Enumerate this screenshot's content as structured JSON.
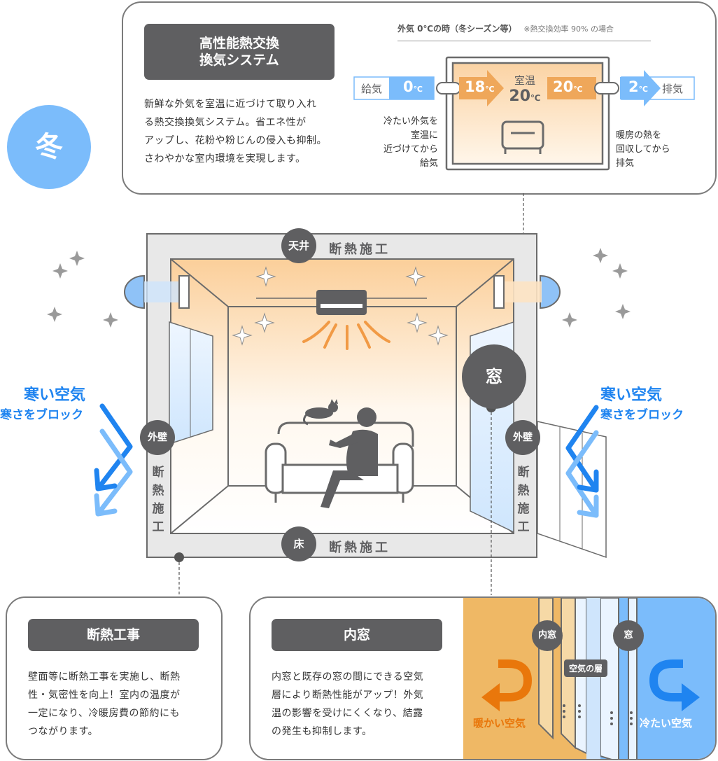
{
  "season": {
    "label": "冬"
  },
  "hrv": {
    "title_line1": "高性能熱交換",
    "title_line2": "換気システム",
    "description": "新鮮な外気を室温に近づけて取り入れ\nる熱交換換気システム。省エネ性が\nアップし、花粉や粉じんの侵入も抑制。\nさわやかな室内環境を実現します。",
    "condition": "外気 0℃の時（冬シーズン等）",
    "condition_note": "※熱交換効率 90% の場合",
    "supply_label": "給気",
    "exhaust_label": "排気",
    "room_label": "室温",
    "room_temp": "20",
    "supply_in_temp": "0",
    "supply_out_temp": "18",
    "exhaust_in_temp": "20",
    "exhaust_out_temp": "2",
    "unit": "℃",
    "supply_note": "冷たい外気を\n室温に\n近づけてから\n給気",
    "exhaust_note": "暖房の熱を\n回収してから\n排気"
  },
  "house": {
    "ceiling_badge": "天井",
    "floor_badge": "床",
    "insulation_label": "断熱施工",
    "insulation_vertical": "断\n熱\n施\n工",
    "wall_badge": "外壁",
    "window_badge": "窓",
    "cold_air_title": "寒い空気",
    "cold_air_sub": "寒さをブロック"
  },
  "insulation": {
    "title": "断熱工事",
    "description": "壁面等に断熱工事を実施し、断熱\n性・気密性を向上！室内の温度が\n一定になり、冷暖房費の節約にも\nつながります。"
  },
  "inner_window": {
    "title": "内窓",
    "description": "内窓と既存の窓の間にできる空気\n層により断熱性能がアップ！外気\n温の影響を受けにくくなり、結露\nの発生も抑制します。",
    "inner_badge": "内窓",
    "outer_badge": "窓",
    "air_layer": "空気の層",
    "warm_air": "暖かい空気",
    "cold_air": "冷たい空気"
  },
  "colors": {
    "dark": "#5f5f61",
    "blue": "#1f84f0",
    "light_blue": "#7bbcfb",
    "warm": "#f5b060",
    "border": "#7b7b7b"
  }
}
